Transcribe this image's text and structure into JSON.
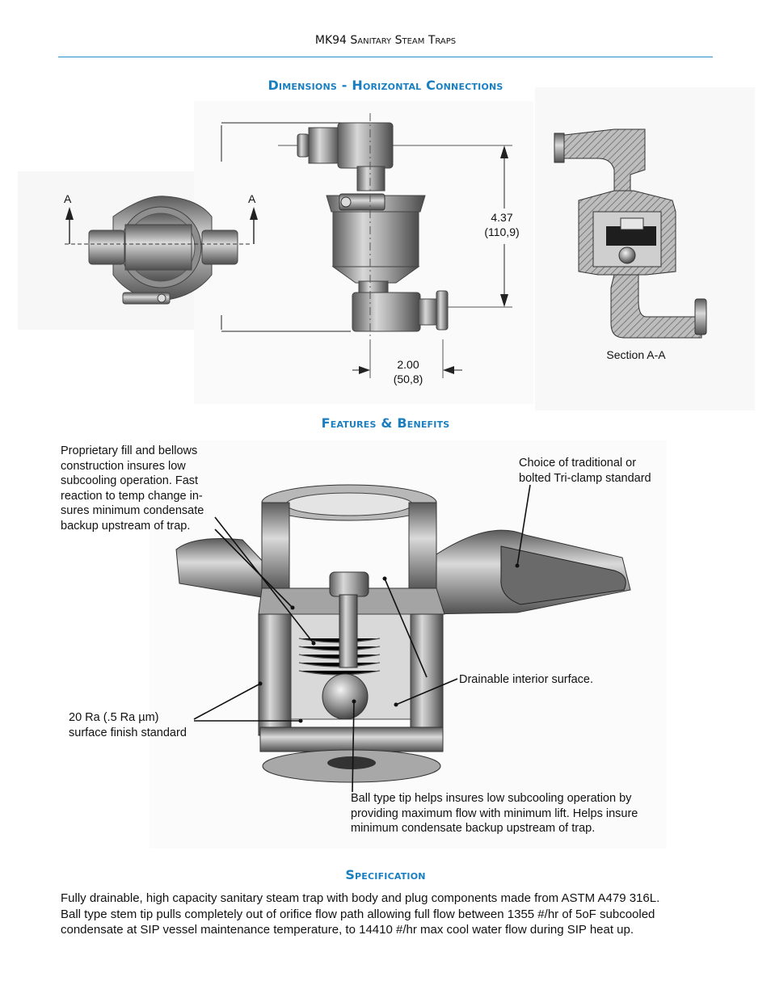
{
  "header": {
    "model": "MK94",
    "title": "Sanitary Steam Traps"
  },
  "sections": {
    "dimensions": "Dimensions - Horizontal Connections",
    "features": "Features & Benefits",
    "specification": "Specification"
  },
  "dimensions": {
    "section_marker_left": "A",
    "section_marker_right": "A",
    "height_value": "4.37",
    "height_metric": "(110,9)",
    "width_value": "2.00",
    "width_metric": "(50,8)",
    "section_caption": "Section A-A"
  },
  "features": {
    "callout_fill": "Proprietary fill and bellows construction insures low subcooling operation. Fast reaction to temp change in-sures minimum condensate backup upstream of trap.",
    "callout_fill_lines": [
      "Proprietary fill and bellows",
      "construction insures low",
      "subcooling operation. Fast",
      "reaction to temp change in-",
      "sures minimum condensate",
      "backup upstream of trap."
    ],
    "callout_clamp_lines": [
      "Choice of traditional or",
      "bolted Tri-clamp standard"
    ],
    "callout_drain": "Drainable interior surface.",
    "callout_finish_lines": [
      "20 Ra (.5 Ra µm)",
      "surface finish standard"
    ],
    "callout_ball_lines": [
      "Ball type tip helps insures low subcooling operation by",
      "providing maximum flow with minimum lift. Helps insure",
      "minimum condensate backup upstream of trap."
    ]
  },
  "specification": {
    "lines": [
      "Fully drainable, high capacity sanitary steam trap with body and plug components made from ASTM A479 316L.",
      "Ball type stem tip pulls completely out of orifice flow path allowing full flow between 1355 #/hr of 5oF subcooled",
      "condensate at SIP vessel maintenance temperature, to 14410 #/hr max  cool water flow during SIP heat up."
    ]
  },
  "colors": {
    "accent": "#1a7fc0",
    "rule": "#2a8fc4"
  }
}
